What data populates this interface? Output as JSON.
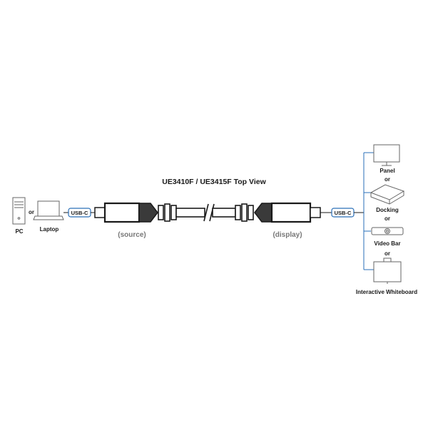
{
  "diagram": {
    "title": "UE3410F / UE3415F Top View",
    "source_label": "(source)",
    "display_label": "(display)",
    "left": {
      "pc": "PC",
      "or": "or",
      "laptop": "Laptop",
      "port": "USB-C"
    },
    "right": {
      "port": "USB-C",
      "devices": [
        "Panel",
        "Docking",
        "Video Bar",
        "Interactive Whiteboard"
      ],
      "or_1": "or",
      "or_2": "or",
      "or_3": "or"
    },
    "colors": {
      "line": "#1a1a1a",
      "connector": "#3a3a3a",
      "port_outline": "#2a6fb8",
      "label_grey": "#777777"
    }
  }
}
